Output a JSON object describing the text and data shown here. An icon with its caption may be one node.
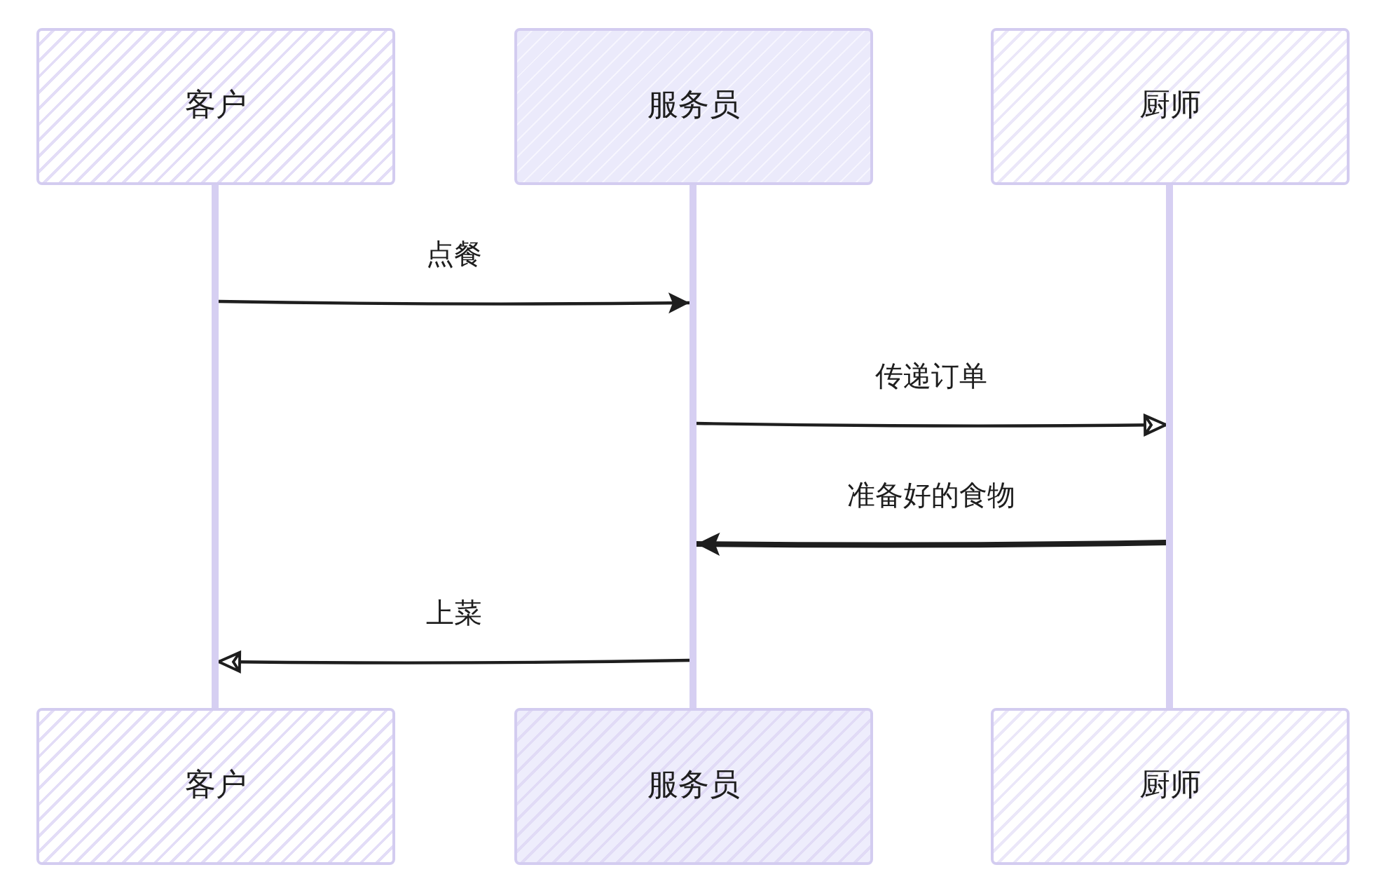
{
  "diagram": {
    "nodes": [
      {
        "text": [
          "客户"
        ]
      },
      {
        "text": [
          "服务员"
        ]
      },
      {
        "text": [
          "厨师"
        ]
      },
      {
        "text": [],
        "shape": "bar"
      },
      {
        "text": [],
        "shape": "bar"
      },
      {
        "text": [],
        "shape": "bar"
      },
      {
        "text": [
          "客户"
        ]
      },
      {
        "text": [
          "服务员"
        ]
      },
      {
        "text": [
          "厨师"
        ]
      }
    ],
    "edges": [
      {
        "from": 3,
        "to": 4,
        "arrow": "to",
        "label": "点餐"
      },
      {
        "from": 4,
        "to": 5,
        "arrow": "to",
        "label": "传递订单"
      },
      {
        "from": 5,
        "to": 4,
        "arrow": "to",
        "label": "准备好的食物",
        "style": "thick"
      },
      {
        "from": 4,
        "to": 3,
        "arrow": "to",
        "label": "上菜"
      }
    ]
  }
}
